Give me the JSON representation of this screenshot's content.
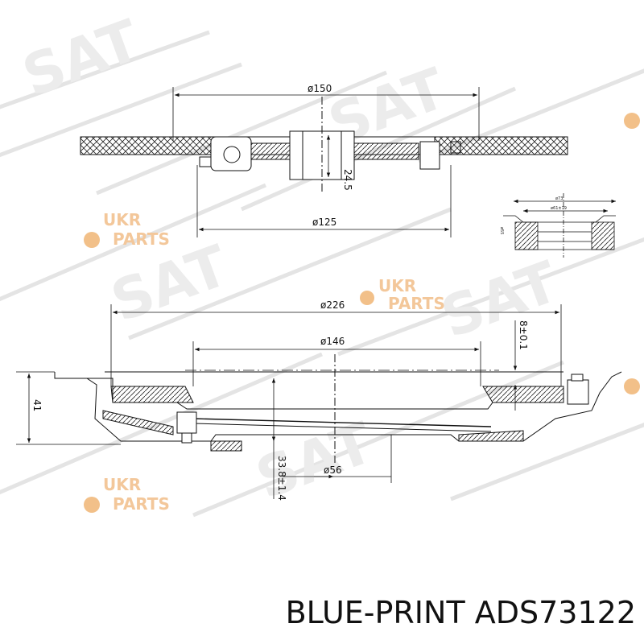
{
  "dimensions": {
    "top_outer_diameter": "ø150",
    "top_bore_height": "24.5",
    "top_lower_diameter": "ø125",
    "detail_top_a": "ø73",
    "detail_top_b": "ø61±19",
    "detail_side": "ø55",
    "main_outer_diameter": "ø226",
    "main_inner_diameter": "ø146",
    "right_height": "8±0.1",
    "left_height": "41",
    "center_height": "33.8±1.4",
    "bottom_diameter": "ø56"
  },
  "watermark": {
    "line1": "UKR",
    "line2": "PARTS",
    "brand_color": "#f3a060",
    "stripe_color": "#e6e6e6"
  },
  "caption": "BLUE-PRINT ADS73122"
}
